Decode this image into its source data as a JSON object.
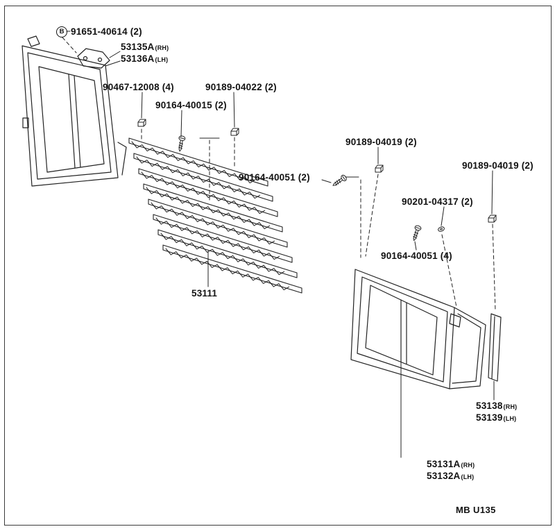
{
  "colors": {
    "ink": "#1a1a1a",
    "paper": "#ffffff"
  },
  "footer": {
    "code": "MB U135"
  },
  "labels": {
    "badge_b": "B",
    "bolt_91651": "91651-40614 (2)",
    "p53135a": "53135A",
    "p53135a_side": "(RH)",
    "p53136a": "53136A",
    "p53136a_side": "(LH)",
    "p90467_12008": "90467-12008 (4)",
    "p90189_04022": "90189-04022 (2)",
    "p90164_40015": "90164-40015 (2)",
    "p90189_04019_a": "90189-04019 (2)",
    "p90164_40051_2": "90164-40051 (2)",
    "p90189_04019_b": "90189-04019 (2)",
    "p90201_04317": "90201-04317 (2)",
    "p90164_40051_4": "90164-40051 (4)",
    "p53111": "53111",
    "p53138": "53138",
    "p53138_side": "(RH)",
    "p53139": "53139",
    "p53139_side": "(LH)",
    "p53131a": "53131A",
    "p53131a_side": "(RH)",
    "p53132a": "53132A",
    "p53132a_side": "(LH)"
  }
}
